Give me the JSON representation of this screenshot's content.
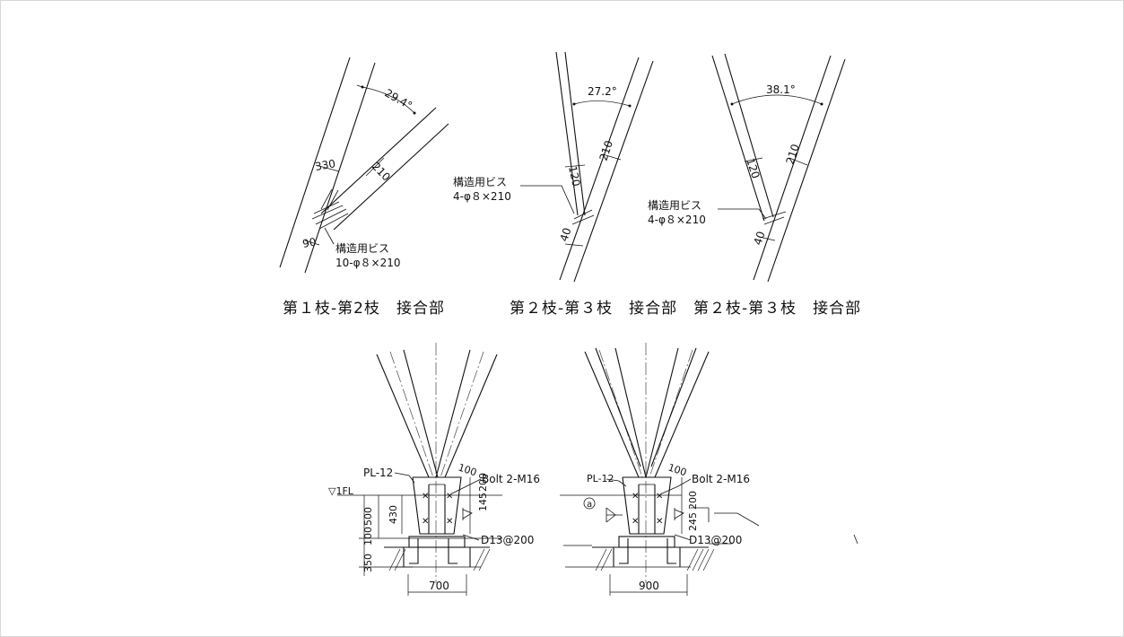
{
  "details": {
    "joint1": {
      "caption": "第１枝-第2枝　接合部",
      "angle": "29.4°",
      "dim_left": "330",
      "dim_right": "210",
      "dim_bottom": "90",
      "screw_label": "構造用ビス",
      "screw_spec": "10-φ８×210"
    },
    "joint2": {
      "caption": "第２枝-第３枝　接合部",
      "angle": "27.2°",
      "dim_left": "120",
      "dim_right": "210",
      "dim_bottom": "40",
      "screw_label": "構造用ビス",
      "screw_spec": "4-φ８×210"
    },
    "joint3": {
      "caption": "第２枝-第３枝　接合部",
      "angle": "38.1°",
      "dim_left": "120",
      "dim_right": "210",
      "dim_bottom": "40",
      "screw_label": "構造用ビス",
      "screw_spec": "4-φ８×210"
    }
  },
  "bases": {
    "base1": {
      "plate": "PL-12",
      "bolt": "Bolt 2-M16",
      "dim_top": "100",
      "fl_label": "▽1FL",
      "dim_200": "200",
      "dim_145": "145",
      "dim_430": "430",
      "dim_500": "500",
      "dim_100": "100",
      "dim_350": "350",
      "rebar": "D13@200",
      "width": "700"
    },
    "base2": {
      "plate": "PL-12",
      "bolt": "Bolt 2-M16",
      "dim_top": "100",
      "marker": "a",
      "dim_200": "200",
      "dim_245": "245",
      "rebar": "D13@200",
      "width": "900"
    }
  }
}
